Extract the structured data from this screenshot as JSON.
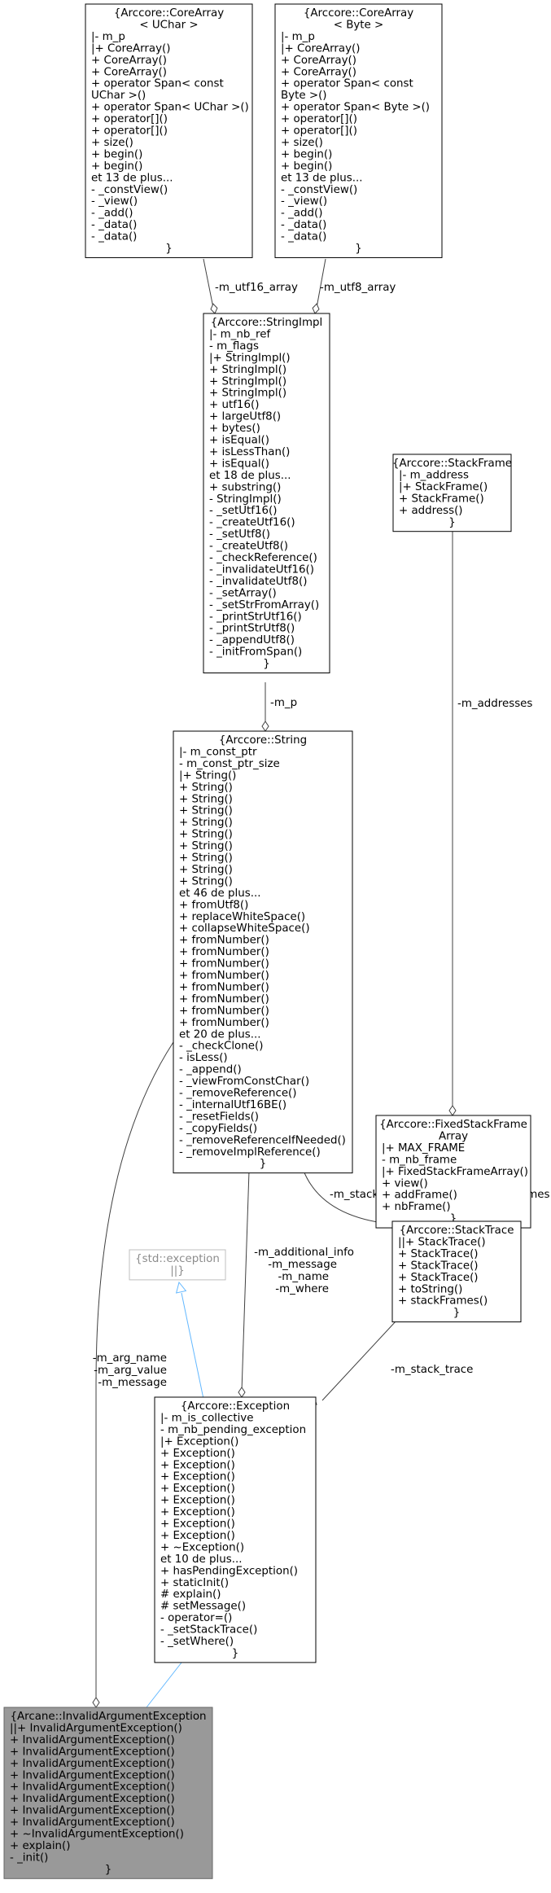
{
  "nodes": [
    {
      "id": "corearray_uchar",
      "lines": [
        "{Arccore::CoreArray",
        "< UChar >",
        "|- m_p",
        "|+ CoreArray()",
        "+ CoreArray()",
        "+ CoreArray()",
        "+ operator Span< const",
        " UChar >()",
        "+ operator Span< UChar >()",
        "+ operator[]()",
        "+ operator[]()",
        "+ size()",
        "+ begin()",
        "+ begin()",
        "et 13 de plus...",
        "- _constView()",
        "- _view()",
        "- _add()",
        "- _data()",
        "- _data()",
        "}"
      ]
    },
    {
      "id": "corearray_byte",
      "lines": [
        "{Arccore::CoreArray",
        "< Byte >",
        "|- m_p",
        "|+ CoreArray()",
        "+ CoreArray()",
        "+ CoreArray()",
        "+ operator Span< const",
        " Byte >()",
        "+ operator Span< Byte >()",
        "+ operator[]()",
        "+ operator[]()",
        "+ size()",
        "+ begin()",
        "+ begin()",
        "et 13 de plus...",
        "- _constView()",
        "- _view()",
        "- _add()",
        "- _data()",
        "- _data()",
        "}"
      ]
    },
    {
      "id": "stringimpl",
      "lines": [
        "{Arccore::StringImpl",
        "|- m_nb_ref",
        "- m_flags",
        "|+ StringImpl()",
        "+ StringImpl()",
        "+ StringImpl()",
        "+ StringImpl()",
        "+ utf16()",
        "+ largeUtf8()",
        "+ bytes()",
        "+ isEqual()",
        "+ isLessThan()",
        "+ isEqual()",
        "et 18 de plus...",
        "+ substring()",
        "- StringImpl()",
        "- _setUtf16()",
        "- _createUtf16()",
        "- _setUtf8()",
        "- _createUtf8()",
        "- _checkReference()",
        "- _invalidateUtf16()",
        "- _invalidateUtf8()",
        "- _setArray()",
        "- _setStrFromArray()",
        "- _printStrUtf16()",
        "- _printStrUtf8()",
        "- _appendUtf8()",
        "- _initFromSpan()",
        "}"
      ]
    },
    {
      "id": "stackframe",
      "lines": [
        "{Arccore::StackFrame",
        "|- m_address",
        "|+ StackFrame()",
        "+ StackFrame()",
        "+ address()",
        "}"
      ]
    },
    {
      "id": "string",
      "lines": [
        "{Arccore::String",
        "|- m_const_ptr",
        "- m_const_ptr_size",
        "|+ String()",
        "+ String()",
        "+ String()",
        "+ String()",
        "+ String()",
        "+ String()",
        "+ String()",
        "+ String()",
        "+ String()",
        "+ String()",
        "et 46 de plus...",
        "+ fromUtf8()",
        "+ replaceWhiteSpace()",
        "+ collapseWhiteSpace()",
        "+ fromNumber()",
        "+ fromNumber()",
        "+ fromNumber()",
        "+ fromNumber()",
        "+ fromNumber()",
        "+ fromNumber()",
        "+ fromNumber()",
        "+ fromNumber()",
        "et 20 de plus...",
        "- _checkClone()",
        "- isLess()",
        "- _append()",
        "- _viewFromConstChar()",
        "- _removeReference()",
        "- _internalUtf16BE()",
        "- _resetFields()",
        "- _copyFields()",
        "- _removeReferenceIfNeeded()",
        "- _removeImplReference()",
        "}"
      ]
    },
    {
      "id": "fixedstackframearray",
      "lines": [
        "{Arccore::FixedStackFrame",
        "Array",
        "|+ MAX_FRAME",
        "- m_nb_frame",
        "|+ FixedStackFrameArray()",
        "+ view()",
        "+ addFrame()",
        "+ nbFrame()",
        "}"
      ]
    },
    {
      "id": "stdexception",
      "lines": [
        "{std::exception",
        "||}"
      ]
    },
    {
      "id": "stacktrace",
      "lines": [
        "{Arccore::StackTrace",
        "||+ StackTrace()",
        "+ StackTrace()",
        "+ StackTrace()",
        "+ StackTrace()",
        "+ toString()",
        "+ stackFrames()",
        "}"
      ]
    },
    {
      "id": "exception",
      "lines": [
        "{Arccore::Exception",
        "|- m_is_collective",
        "- m_nb_pending_exception",
        "|+ Exception()",
        "+ Exception()",
        "+ Exception()",
        "+ Exception()",
        "+ Exception()",
        "+ Exception()",
        "+ Exception()",
        "+ Exception()",
        "+ Exception()",
        "+ ~Exception()",
        "et 10 de plus...",
        "+ hasPendingException()",
        "+ staticInit()",
        "# explain()",
        "# setMessage()",
        "- operator=()",
        "- _setStackTrace()",
        "- _setWhere()",
        "}"
      ]
    },
    {
      "id": "invalidargumentexception",
      "lines": [
        "{Arcane::InvalidArgumentException",
        "||+ InvalidArgumentException()",
        "+ InvalidArgumentException()",
        "+ InvalidArgumentException()",
        "+ InvalidArgumentException()",
        "+ InvalidArgumentException()",
        "+ InvalidArgumentException()",
        "+ InvalidArgumentException()",
        "+ InvalidArgumentException()",
        "+ InvalidArgumentException()",
        "+ ~InvalidArgumentException()",
        "+ explain()",
        "- _init()",
        "}"
      ]
    }
  ],
  "edges": [
    {
      "id": "m_utf16_array",
      "kind": "composition",
      "labels": [
        "-m_utf16_array"
      ]
    },
    {
      "id": "m_utf8_array",
      "kind": "composition",
      "labels": [
        "-m_utf8_array"
      ]
    },
    {
      "id": "m_p",
      "kind": "composition",
      "labels": [
        "-m_p"
      ]
    },
    {
      "id": "m_addresses",
      "kind": "composition",
      "labels": [
        "-m_addresses"
      ]
    },
    {
      "id": "m_stack_trace_string",
      "kind": "composition",
      "labels": [
        "-m_stack_trace_string"
      ]
    },
    {
      "id": "m_stack_frames",
      "kind": "composition",
      "labels": [
        "-m_stack_frames"
      ]
    },
    {
      "id": "m_additional_info",
      "kind": "composition",
      "labels": [
        "-m_additional_info",
        "-m_message",
        "-m_name",
        "-m_where"
      ]
    },
    {
      "id": "m_stack_trace",
      "kind": "composition",
      "labels": [
        "-m_stack_trace"
      ]
    },
    {
      "id": "std_exception_inherit",
      "kind": "inheritance",
      "labels": []
    },
    {
      "id": "exception_inherit",
      "kind": "inheritance",
      "labels": []
    },
    {
      "id": "m_arg_name",
      "kind": "composition",
      "labels": [
        "-m_arg_name",
        "-m_arg_value",
        "-m_message"
      ]
    }
  ]
}
